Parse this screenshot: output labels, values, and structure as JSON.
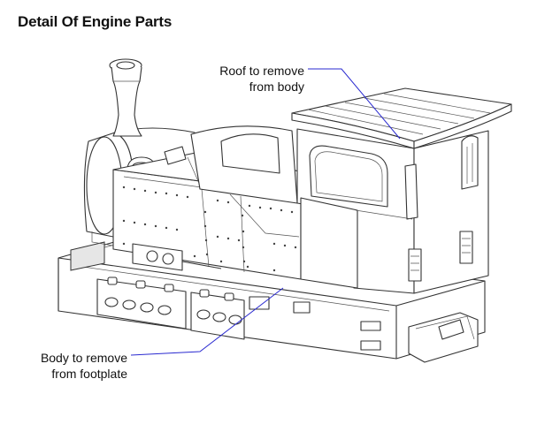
{
  "title": "Detail Of Engine Parts",
  "callouts": {
    "roof": {
      "line1": "Roof to remove",
      "line2": "from body"
    },
    "body": {
      "line1": "Body to remove",
      "line2": "from footplate"
    }
  },
  "colors": {
    "leader": "#2a2ad0",
    "ink": "#333333"
  }
}
